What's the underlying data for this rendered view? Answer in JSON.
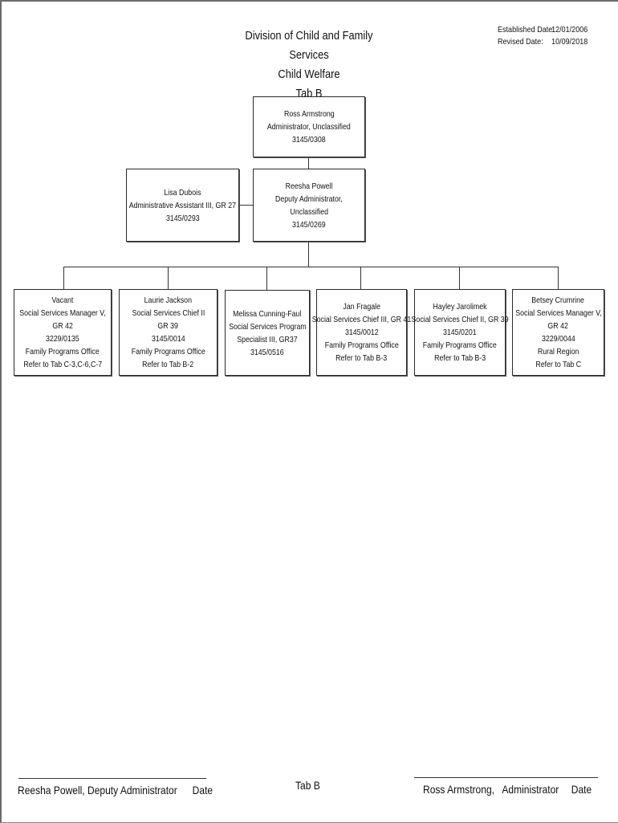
{
  "header": {
    "title_lines": [
      "Division of Child and Family Services",
      "Child Welfare",
      "Tab B"
    ],
    "established_label": "Established Date:",
    "established_value": "12/01/2006",
    "revised_label": "Revised Date:",
    "revised_value": "10/09/2018"
  },
  "org": {
    "administrator": [
      "Ross Armstrong",
      "Administrator, Unclassified",
      "3145/0308"
    ],
    "assistant": [
      "Lisa Dubois",
      "Administrative Assistant III, GR 27",
      "3145/0293"
    ],
    "deputy": [
      "Reesha Powell",
      "Deputy Administrator,",
      "Unclassified",
      "3145/0269"
    ],
    "reports": [
      [
        "Vacant",
        "Social Services Manager V,",
        "GR 42",
        "3229/0135",
        "Family Programs Office",
        "Refer to Tab C-3,C-6,C-7"
      ],
      [
        "Laurie Jackson",
        "Social Services Chief II",
        "GR 39",
        "3145/0014",
        "Family Programs Office",
        "Refer to Tab B-2"
      ],
      [
        "Melissa Cunning-Faul",
        "Social Services Program",
        "Specialist III, GR37",
        "3145/0516"
      ],
      [
        "Jan Fragale",
        "Social Services Chief III, GR 41",
        "3145/0012",
        "Family Programs Office",
        "Refer to Tab B-3"
      ],
      [
        "Hayley Jarolimek",
        "Social Services Chief II, GR 39",
        "3145/0201",
        "Family Programs Office",
        "Refer to Tab B-3"
      ],
      [
        "Betsey Crumrine",
        "Social Services Manager V,",
        "GR 42",
        "3229/0044",
        "Rural Region",
        "Refer to Tab C"
      ]
    ]
  },
  "footer": {
    "left_signature": "Reesha Powell, Deputy Administrator",
    "left_date": "Date",
    "center": "Tab B",
    "right_signature": "Ross Armstrong,   Administrator",
    "right_date": "Date"
  }
}
